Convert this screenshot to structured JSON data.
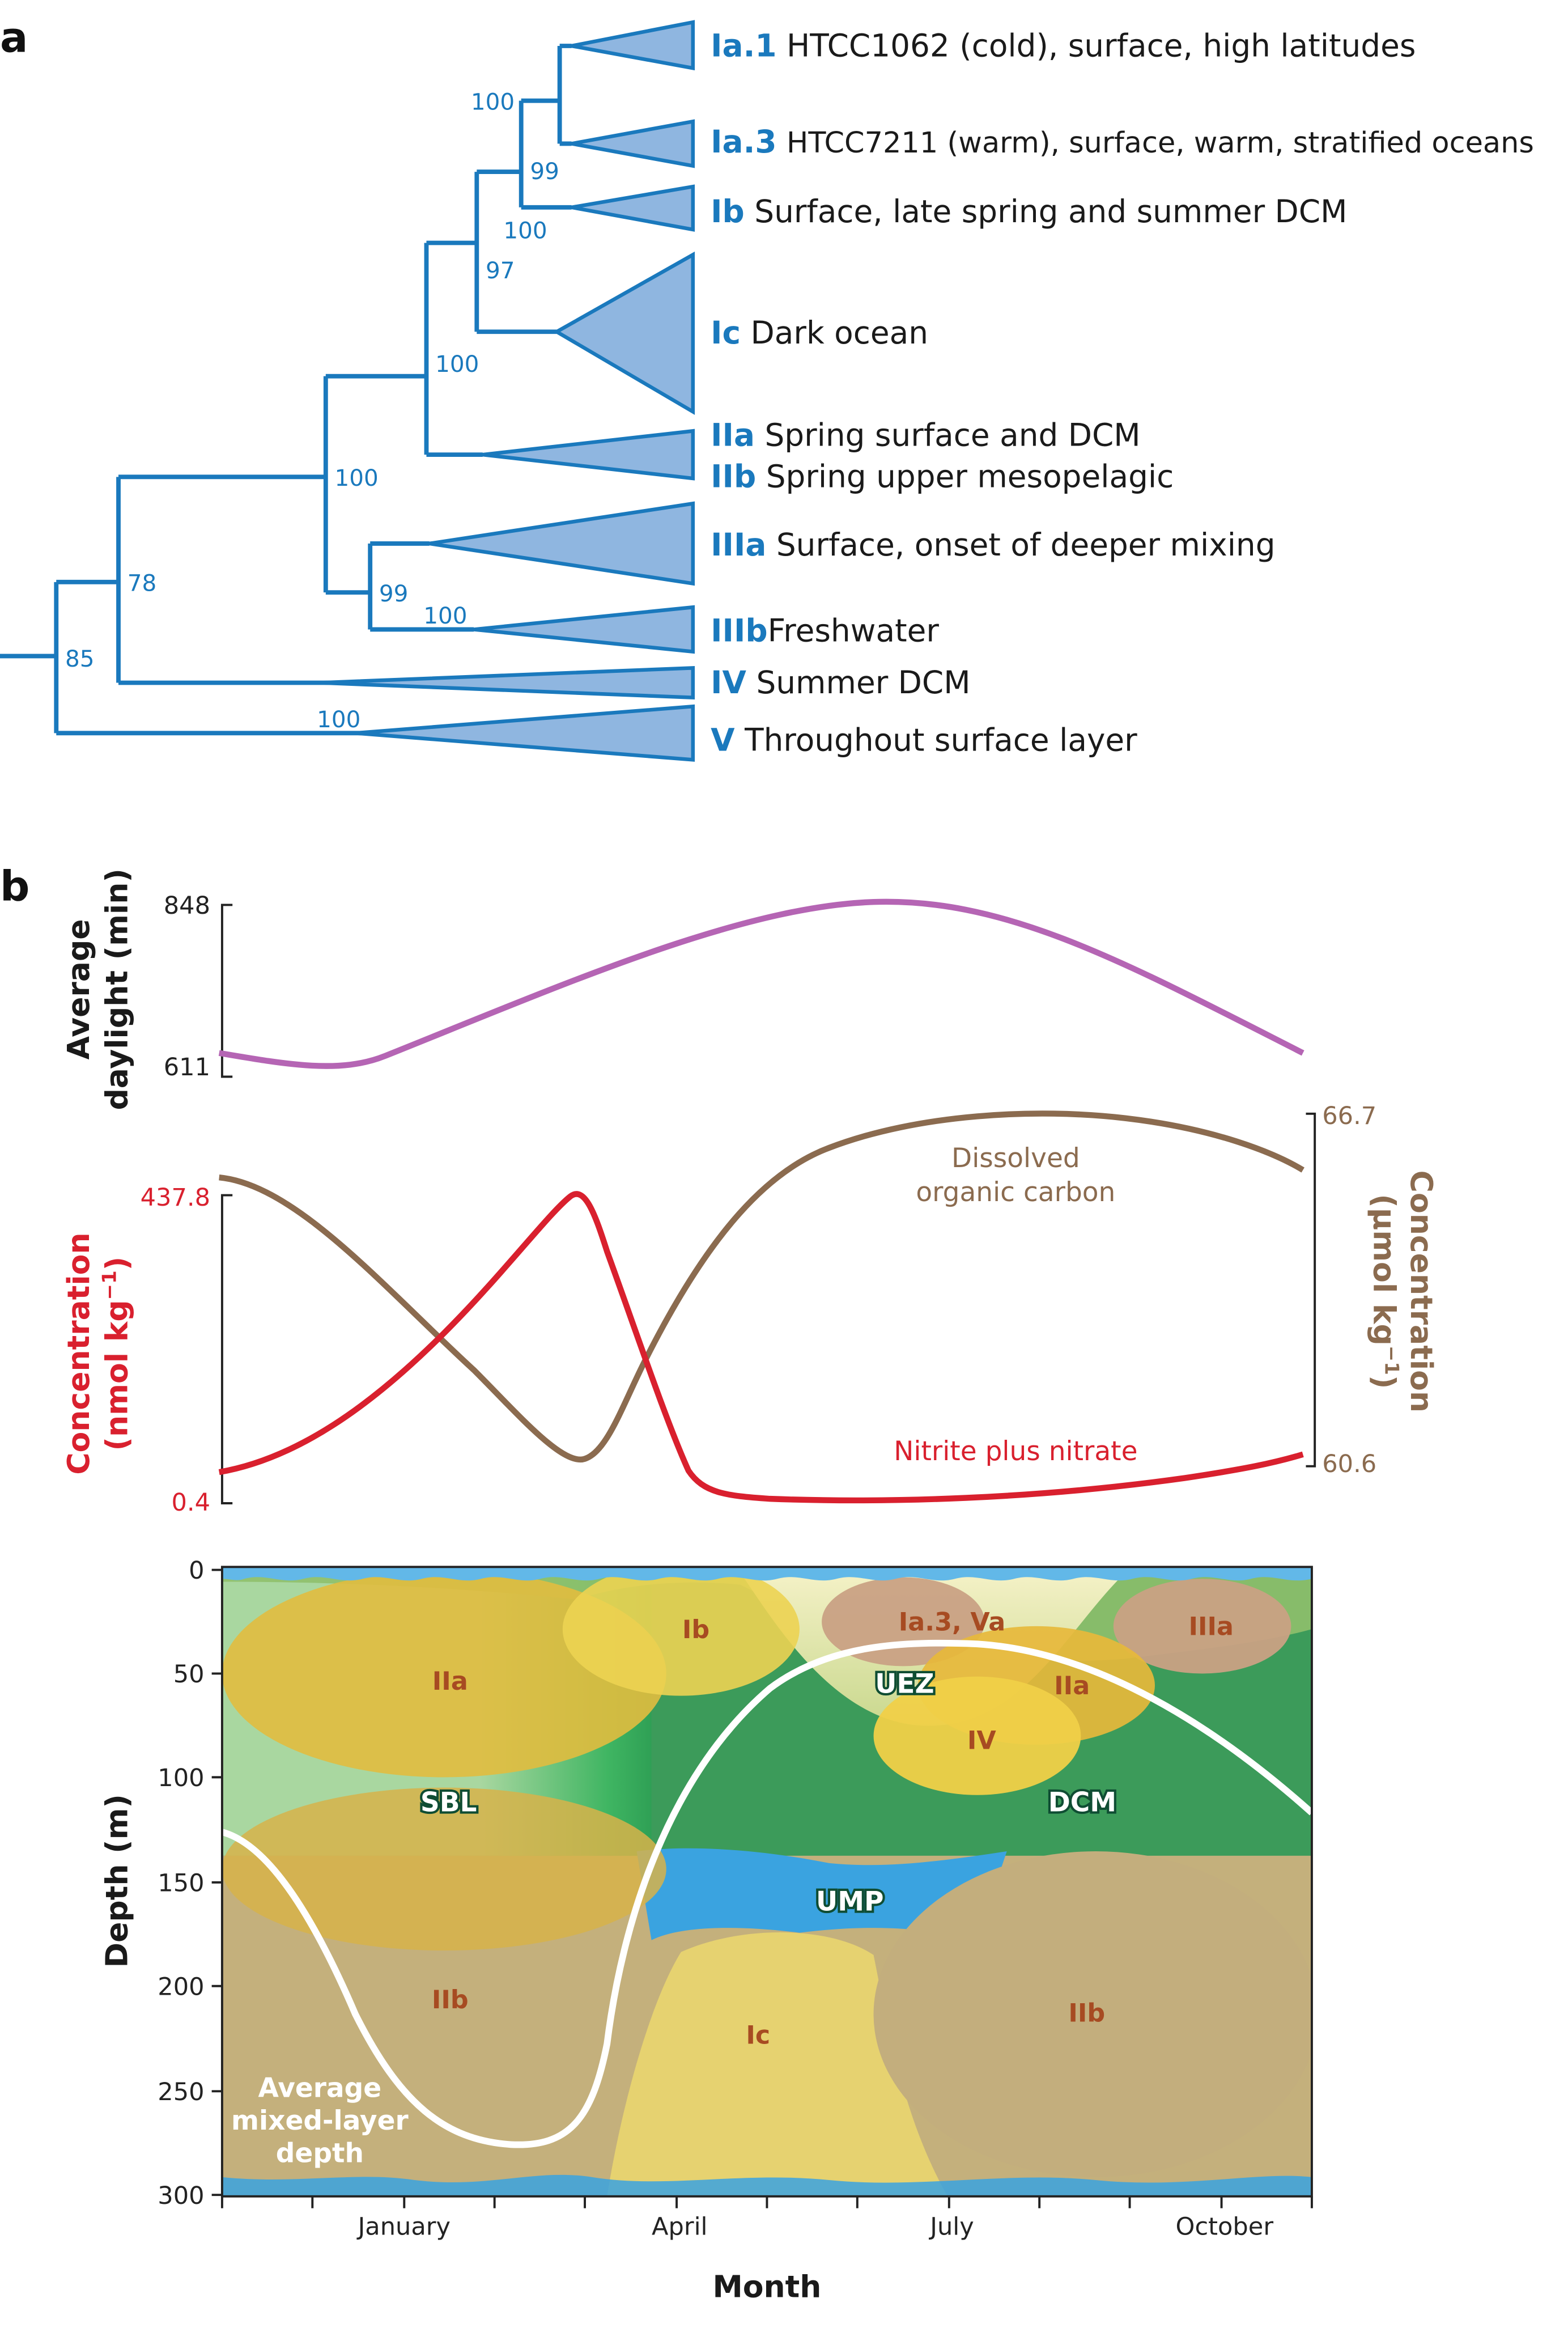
{
  "panel_a": {
    "label": "a",
    "bootstrap": {
      "b1": "100",
      "b2": "99",
      "b3": "100",
      "b4": "97",
      "b5": "100",
      "b6": "100",
      "b7": "99",
      "b8": "100",
      "b9": "78",
      "b10": "85",
      "b11": "100"
    },
    "clades": [
      {
        "id": "Ia.1",
        "text": "HTCC1062 (cold), surface, high latitudes"
      },
      {
        "id": "Ia.3",
        "text": "HTCC7211 (warm), surface, warm, stratified oceans"
      },
      {
        "id": "Ib",
        "text": "Surface, late spring and summer DCM"
      },
      {
        "id": "Ic",
        "text": "Dark ocean"
      },
      {
        "id": "IIa",
        "text": "Spring surface and DCM"
      },
      {
        "id": "IIb",
        "text": "Spring upper mesopelagic"
      },
      {
        "id": "IIIa",
        "text": "Surface, onset of deeper mixing"
      },
      {
        "id": "IIIb",
        "text": "Freshwater"
      },
      {
        "id": "IV",
        "text": "Summer DCM"
      },
      {
        "id": "V",
        "text": "Throughout surface layer"
      }
    ],
    "color": "#1a79bd",
    "fill": "#8fb6e0"
  },
  "panel_b": {
    "label": "b",
    "daylight": {
      "ylabel_1": "Average",
      "ylabel_2": "daylight (min)",
      "ymax": "848",
      "ymin": "611",
      "color": "#b565b4"
    },
    "concentration": {
      "left_label_1": "Concentration",
      "left_label_2": "(nmol kg",
      "left_label_exp": "−1",
      "left_label_close": ")",
      "left_max": "437.8",
      "left_min": "0.4",
      "right_label_1": "Concentration",
      "right_label_2": "(μmol kg",
      "right_label_exp": "−1",
      "right_label_close": ")",
      "right_max": "66.7",
      "right_min": "60.6",
      "doc_label_1": "Dissolved",
      "doc_label_2": "organic carbon",
      "nitrate_label": "Nitrite plus nitrate",
      "nitrate_color": "#d9202e",
      "doc_color": "#8b6b4f"
    },
    "depth": {
      "ylabel": "Depth (m)",
      "yticks": [
        "0",
        "50",
        "100",
        "150",
        "200",
        "250",
        "300"
      ],
      "xlabel": "Month",
      "xticks": [
        "January",
        "April",
        "July",
        "October"
      ],
      "zones": {
        "SBL": "SBL",
        "UEZ": "UEZ",
        "DCM": "DCM",
        "UMP": "UMP",
        "IIa_left": "IIa",
        "Ib": "Ib",
        "Ia3Va": "Ia.3, Va",
        "IIIa": "IIIa",
        "IIa_right": "IIa",
        "IV": "IV",
        "IIb_left": "IIb",
        "Ic": "Ic",
        "IIb_right": "IIb"
      },
      "mixed_layer_1": "Average",
      "mixed_layer_2": "mixed-layer",
      "mixed_layer_3": "depth"
    }
  }
}
